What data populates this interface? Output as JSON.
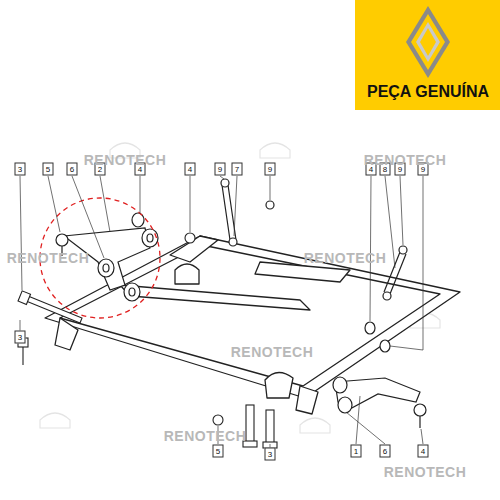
{
  "diagram": {
    "labels": [
      "PEÇA GENUÍNA",
      "3",
      "5",
      "6",
      "2",
      "4",
      "4",
      "9",
      "7",
      "9",
      "4",
      "8",
      "9",
      "9",
      "3",
      "5",
      "3",
      "1",
      "6",
      "4",
      "RENOTECH",
      "RENOTECH",
      "RENOTECH",
      "RENOTECH",
      "RENOTECH",
      "RENOTECH",
      "RENOTECH"
    ]
  }
}
